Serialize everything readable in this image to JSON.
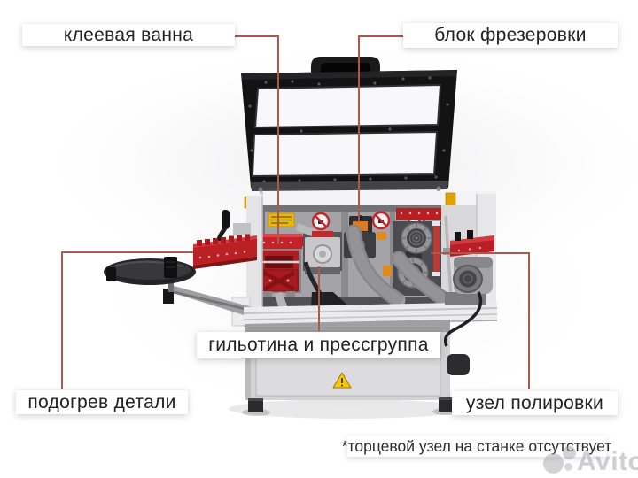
{
  "callouts": {
    "glue_bath": {
      "label": "клеевая ванна"
    },
    "milling_block": {
      "label": "блок фрезеровки"
    },
    "guillotine_press": {
      "label": "гильотина и прессгруппа"
    },
    "part_heating": {
      "label": "подогрев детали"
    },
    "polishing_unit": {
      "label": "узел полировки"
    }
  },
  "footnote": "*торцевой узел на станке отсутствует",
  "watermark": "Avito",
  "colors": {
    "callout_line": "#ad584a",
    "machine_red": "#bb2025",
    "lid_black": "#131314",
    "body_gray": "#e6e6e8",
    "warning_yellow": "#f6c80a",
    "label_text": "#212123"
  }
}
